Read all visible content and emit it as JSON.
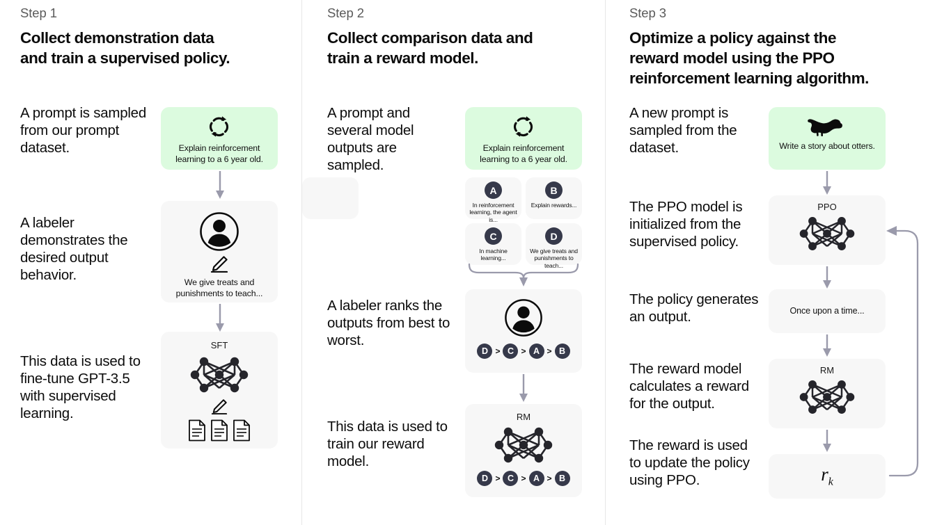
{
  "columns": [
    {
      "step_label": "Step 1",
      "step_title": "Collect demonstration data and train a supervised policy.",
      "captions": [
        "A prompt is sampled from our prompt dataset.",
        "A labeler demonstrates the desired output behavior.",
        "This data is used to fine-tune GPT-3.5 with supervised learning."
      ],
      "cards": [
        {
          "icon": "cycle-arrows-icon",
          "text": "Explain reinforcement learning to a 6 year old.",
          "color": "#dcfbdf"
        },
        {
          "icon": "labeler-person-icon",
          "text": "We give treats and punishments to teach...",
          "color": "#f7f7f7"
        },
        {
          "icon": "neural-network-icon",
          "title": "SFT",
          "color": "#f7f7f7"
        }
      ]
    },
    {
      "step_label": "Step 2",
      "step_title": "Collect comparison data and train a reward model.",
      "captions": [
        "A prompt and several model outputs are sampled.",
        "A labeler ranks the outputs from best to worst.",
        "This data is used to train our reward model."
      ],
      "cards": [
        {
          "icon": "cycle-arrows-icon",
          "text": "Explain reinforcement learning to a 6 year old.",
          "color": "#dcfbdf"
        },
        {
          "icon": "labeler-person-icon",
          "color": "#f7f7f7"
        },
        {
          "icon": "neural-network-icon",
          "title": "RM",
          "color": "#f7f7f7"
        }
      ],
      "outputs": [
        {
          "label": "A",
          "text": "In reinforcement learning, the agent is..."
        },
        {
          "label": "B",
          "text": "Explain rewards..."
        },
        {
          "label": "C",
          "text": "In machine learning..."
        },
        {
          "label": "D",
          "text": "We give treats and punishments to teach..."
        }
      ],
      "ranking": [
        "D",
        "C",
        "A",
        "B"
      ],
      "ranking_separator": ">"
    },
    {
      "step_label": "Step 3",
      "step_title": "Optimize a policy against the reward model using the PPO reinforcement learning algorithm.",
      "captions": [
        "A new prompt is sampled from the dataset.",
        "The PPO model is initialized from the supervised policy.",
        "The policy generates an output.",
        "The reward model calculates a reward for the output.",
        "The reward is used to update the policy using PPO."
      ],
      "cards": [
        {
          "icon": "otter-icon",
          "text": "Write a story about otters.",
          "color": "#dcfbdf"
        },
        {
          "icon": "neural-network-icon",
          "title": "PPO",
          "color": "#f7f7f7"
        },
        {
          "text": "Once upon a time...",
          "color": "#f7f7f7"
        },
        {
          "icon": "neural-network-icon",
          "title": "RM",
          "color": "#f7f7f7"
        },
        {
          "formula": "r",
          "formula_sub": "k",
          "color": "#f7f7f7"
        }
      ]
    }
  ],
  "colors": {
    "green_card": "#dcfbdf",
    "gray_card": "#f7f7f7",
    "arrow": "#9a9aab",
    "chip": "#36394a",
    "divider": "#e7e7e7",
    "step_label": "#5a5a5a"
  }
}
